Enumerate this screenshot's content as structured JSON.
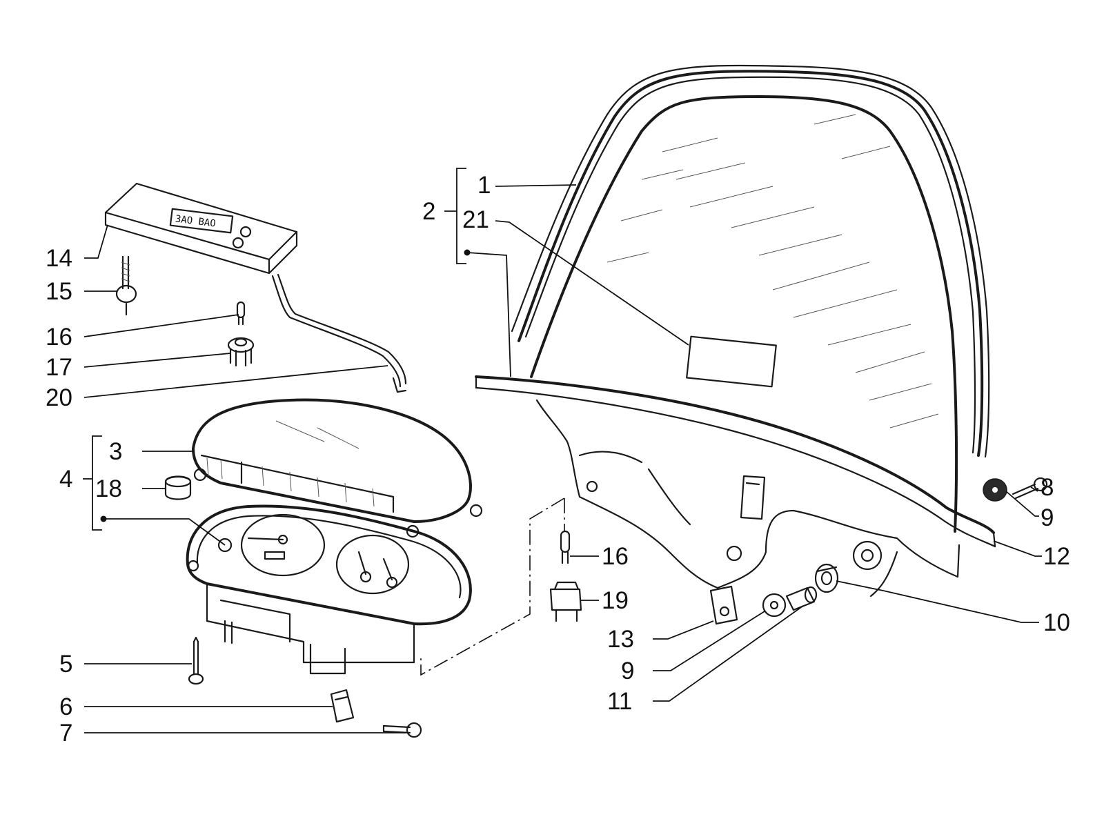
{
  "part_labels": {
    "p1": "1",
    "p2": "2",
    "p21": "21",
    "p14": "14",
    "p15": "15",
    "p16a": "16",
    "p17": "17",
    "p20": "20",
    "p4": "4",
    "p3": "3",
    "p18": "18",
    "p5": "5",
    "p6": "6",
    "p7": "7",
    "p16b": "16",
    "p19": "19",
    "p13": "13",
    "p9a": "9",
    "p11": "11",
    "p8": "8",
    "p9b": "9",
    "p12": "12",
    "p10": "10"
  },
  "clock_display": "ЗАО ВАО"
}
